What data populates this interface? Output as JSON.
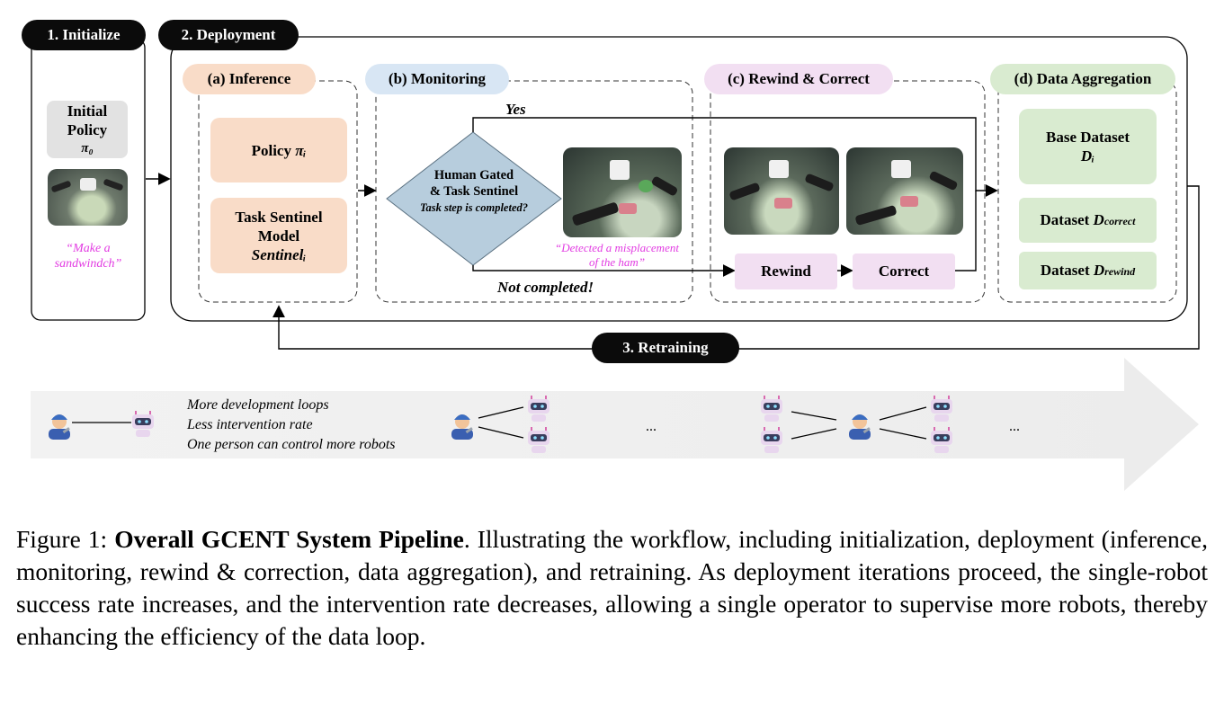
{
  "steps": {
    "initialize": "1. Initialize",
    "deployment": "2. Deployment",
    "retraining": "3. Retraining"
  },
  "initialize": {
    "policy_line1": "Initial",
    "policy_line2": "Policy",
    "policy_symbol": "π₀",
    "prompt_line1": "“Make a",
    "prompt_line2": "sandwindch”"
  },
  "inference": {
    "title": "(a) Inference",
    "policy_label": "Policy ",
    "policy_symbol": "πᵢ",
    "sentinel_line1": "Task Sentinel",
    "sentinel_line2": "Model",
    "sentinel_symbol": "Sentinelᵢ"
  },
  "monitoring": {
    "title": "(b) Monitoring",
    "decision_line1": "Human Gated",
    "decision_line2": "& Task Sentinel",
    "decision_line3": "Task step is completed?",
    "yes_label": "Yes",
    "no_label": "Not completed!",
    "detect_line1": "“Detected a misplacement",
    "detect_line2": "of the ham”"
  },
  "rewind_correct": {
    "title": "(c) Rewind & Correct",
    "rewind_label": "Rewind",
    "correct_label": "Correct"
  },
  "data_aggregation": {
    "title": "(d) Data Aggregation",
    "base_line1": "Base Dataset",
    "base_symbol": "Dᵢ",
    "correct_label": "Dataset ",
    "correct_symbol": "D",
    "correct_sub": "correct",
    "rewind_label": "Dataset ",
    "rewind_symbol": "D",
    "rewind_sub": "rewind"
  },
  "scaling_strip": {
    "line1": "More development loops",
    "line2": "Less intervention rate",
    "line3": "One person can control more robots",
    "ellipsis1": "...",
    "ellipsis2": "..."
  },
  "caption": {
    "prefix": "Figure 1: ",
    "title": "Overall GCENT System Pipeline",
    "body": ". Illustrating the workflow, including initialization, deployment (inference, monitoring, rewind & correction, data aggregation), and retraining. As deployment iterations proceed, the single-robot success rate increases, and the intervention rate decreases, allowing a single operator to supervise more robots, thereby enhancing the efficiency of the data loop."
  },
  "colors": {
    "inference": "#f9dcc8",
    "monitoring": "#d8e6f4",
    "rewind": "#f2dff2",
    "aggregation": "#d9ebd0",
    "diamond": "#b7cddd",
    "prompt_text": "#e23be2"
  },
  "icons": [
    "operator-icon",
    "robot-icon",
    "arrow-icon"
  ]
}
